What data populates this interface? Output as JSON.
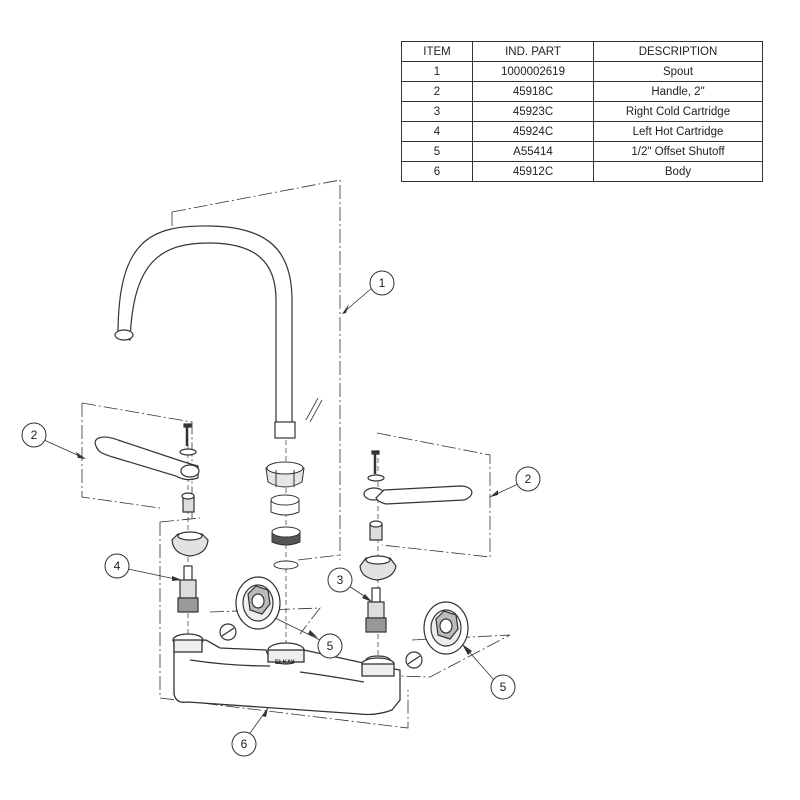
{
  "parts_table": {
    "headers": [
      "ITEM",
      "IND. PART",
      "DESCRIPTION"
    ],
    "rows": [
      {
        "item": "1",
        "part": "1000002619",
        "description": "Spout"
      },
      {
        "item": "2",
        "part": "45918C",
        "description": "Handle, 2\""
      },
      {
        "item": "3",
        "part": "45923C",
        "description": "Right Cold Cartridge"
      },
      {
        "item": "4",
        "part": "45924C",
        "description": "Left Hot Cartridge"
      },
      {
        "item": "5",
        "part": "A55414",
        "description": "1/2\" Offset Shutoff"
      },
      {
        "item": "6",
        "part": "45912C",
        "description": "Body"
      }
    ]
  },
  "callouts": {
    "spout": "1",
    "handle_left": "2",
    "handle_right": "2",
    "cartridge_right": "3",
    "cartridge_left": "4",
    "shutoff_left": "5",
    "shutoff_right": "5",
    "body": "6"
  },
  "body_stamp": "ELKAY"
}
